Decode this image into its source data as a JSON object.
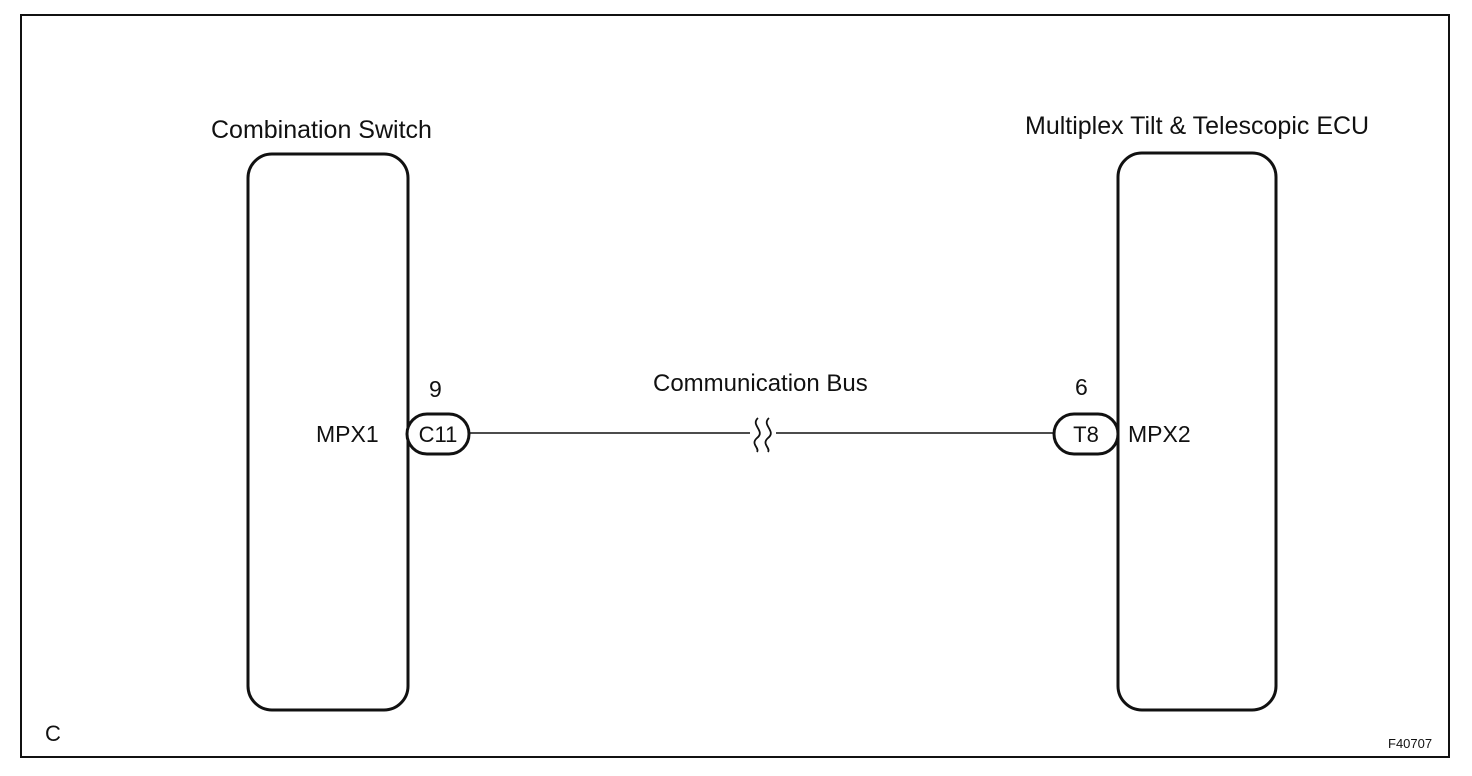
{
  "diagram": {
    "corner_letter": "C",
    "figure_id": "F40707",
    "components": {
      "left": {
        "title": "Combination Switch",
        "pin_name": "MPX1",
        "pin_number": "9",
        "connector": "C11"
      },
      "right": {
        "title": "Multiplex Tilt & Telescopic ECU",
        "pin_name": "MPX2",
        "pin_number": "6",
        "connector": "T8"
      }
    },
    "bus": {
      "label": "Communication Bus"
    }
  }
}
